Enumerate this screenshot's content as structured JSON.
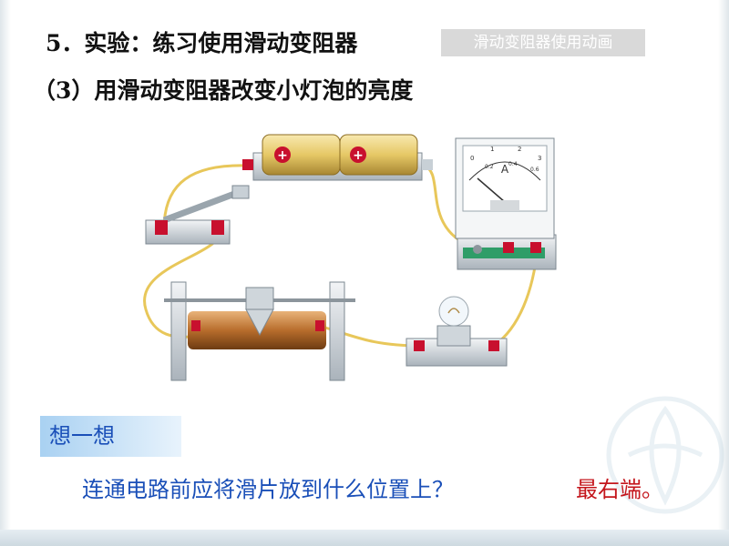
{
  "slide": {
    "title": "5．实验：练习使用滑动变阻器",
    "animation_link": "滑动变阻器使用动画",
    "subtitle": "（3）用滑动变阻器改变小灯泡的亮度",
    "think_label": "想一想",
    "question": "连通电路前应将滑片放到什么位置上？",
    "answer": "最右端。"
  },
  "ammeter": {
    "symbol": "A",
    "scale_top": [
      "0",
      "1",
      "2",
      "3"
    ],
    "scale_bottom": [
      "0.2",
      "0.4",
      "0.6"
    ]
  },
  "battery": {
    "terminal_symbol": "+"
  },
  "colors": {
    "wire": "#e8c75a",
    "terminal": "#c8102e",
    "question_text": "#1a4fb8",
    "answer_text": "#c4161c"
  }
}
